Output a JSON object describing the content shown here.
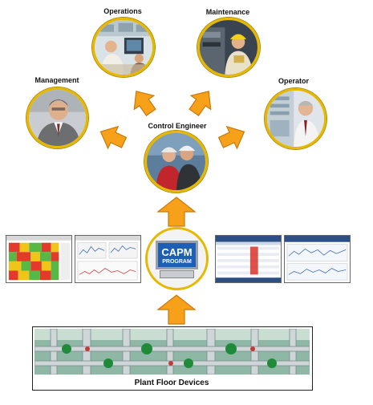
{
  "roles": {
    "operations": "Operations",
    "maintenance": "Maintenance",
    "management": "Management",
    "operator": "Operator",
    "control_engineer": "Control Engineer"
  },
  "capm": {
    "line1": "CAPM",
    "line2": "PROGRAM"
  },
  "plant": {
    "label": "Plant Floor Devices"
  },
  "colors": {
    "arrow_fill": "#f7a11a",
    "arrow_stroke": "#c9790a",
    "ring": "#e6b800",
    "capm_screen": "#1d5fb4"
  },
  "icons": {
    "operations_photo": "people-at-workstations-photo",
    "maintenance_photo": "technician-in-hardhat-photo",
    "management_photo": "manager-portrait-photo",
    "operator_photo": "operator-at-console-photo",
    "control_engineer_photo": "engineers-in-hardhats-photo",
    "plant_photo": "industrial-piping-valves-photo"
  }
}
